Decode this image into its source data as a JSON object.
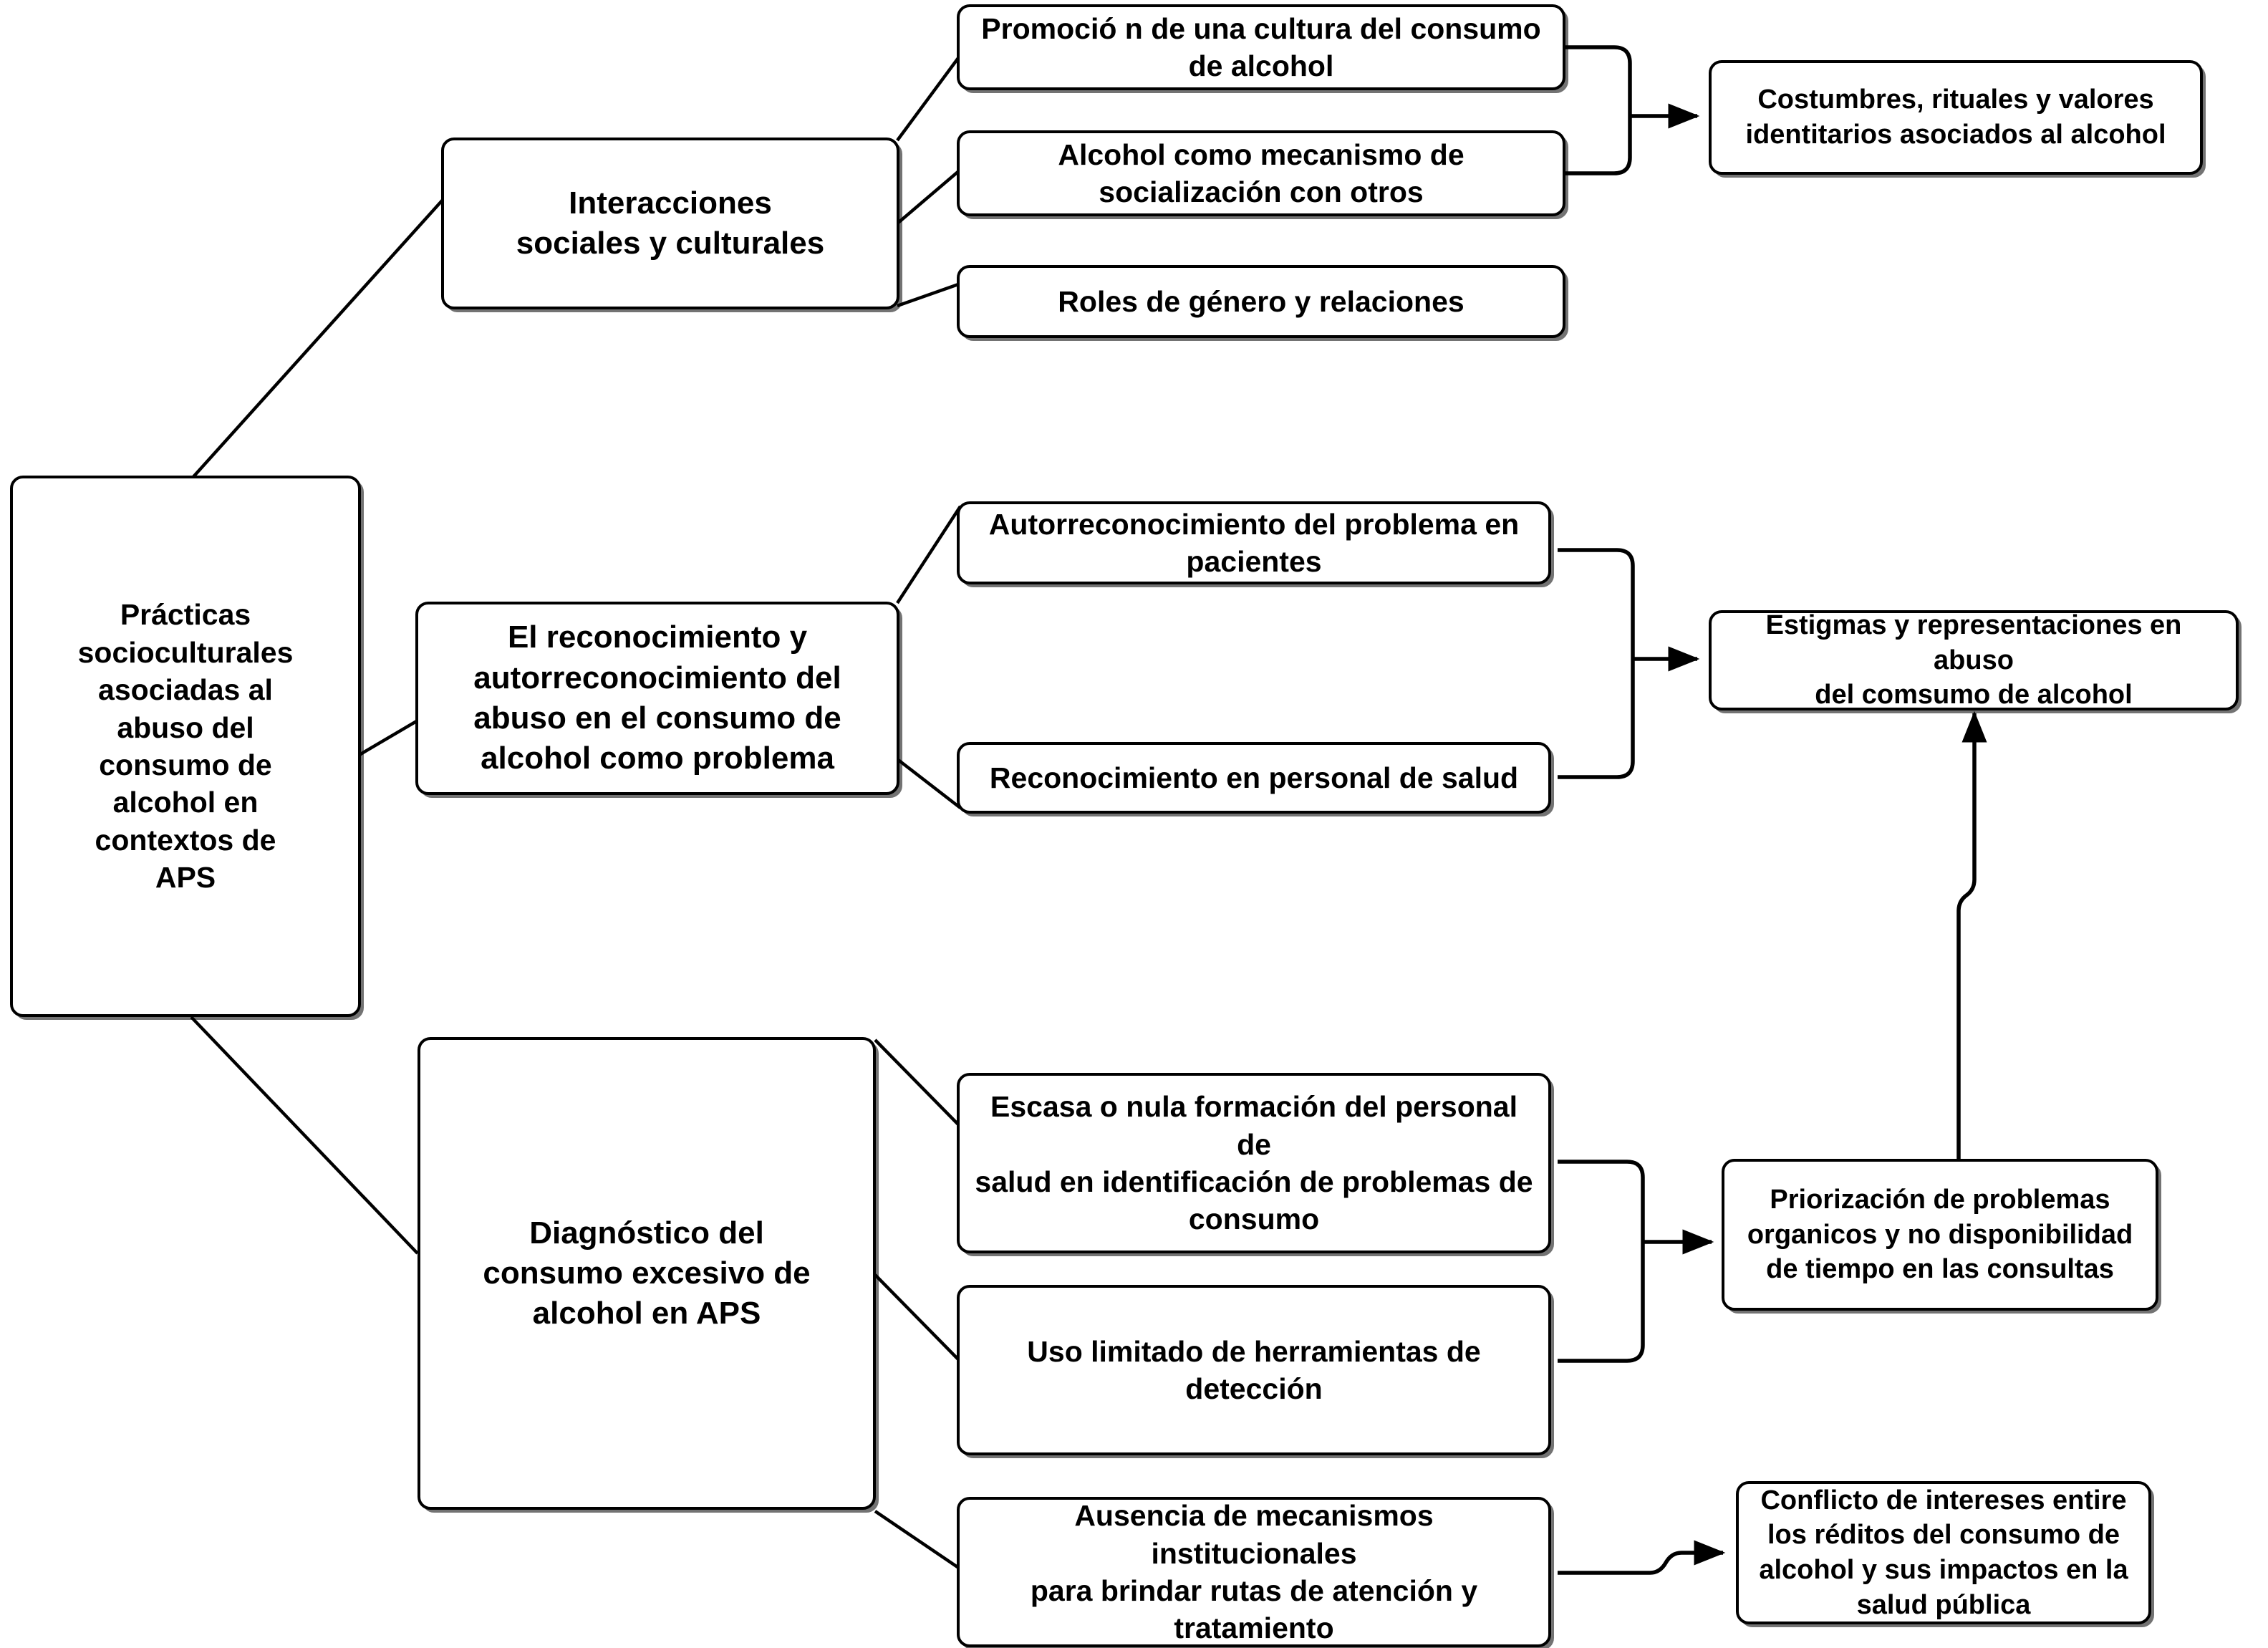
{
  "diagram": {
    "type": "flowchart",
    "title": "Prácticas socioculturales asociadas al abuso del consumo de alcohol en contextos de APS",
    "colors": {
      "background": "#ffffff",
      "node_fill": "#ffffff",
      "node_border": "#000000",
      "text": "#000000",
      "edge": "#000000"
    },
    "nodes": {
      "root": {
        "label": "Prácticas\nsocioculturales\nasociadas al\nabuso del\nconsumo de\nalcohol en\ncontextos de\nAPS"
      },
      "cat_social": {
        "label": "Interacciones\nsociales y culturales"
      },
      "cat_reconocimiento": {
        "label": "El reconocimiento y\nautorreconocimiento del\nabuso en el consumo de\nalcohol como problema"
      },
      "cat_diagnostico": {
        "label": "Diagnóstico del\nconsumo excesivo de\nalcohol en APS"
      },
      "sub_promocion": {
        "label": "Promoció n de una cultura del consumo\nde alcohol"
      },
      "sub_mecanismo": {
        "label": "Alcohol como mecanismo de\nsocialización con otros"
      },
      "sub_roles": {
        "label": "Roles de género y relaciones"
      },
      "sub_autorreconocimiento": {
        "label": "Autorreconocimiento del problema en\npacientes"
      },
      "sub_personal_salud": {
        "label": "Reconocimiento en personal de salud"
      },
      "sub_escasa_formacion": {
        "label": "Escasa o nula formación del personal de\nsalud en identificación de problemas de\nconsumo"
      },
      "sub_uso_limitado": {
        "label": "Uso limitado de herramientas de\ndetección"
      },
      "sub_ausencia_mecanismos": {
        "label": "Ausencia de mecanismos institucionales\npara brindar rutas de atención y\ntratamiento"
      },
      "out_costumbres": {
        "label": "Costumbres, rituales y valores\nidentitarios asociados al alcohol"
      },
      "out_estigmas": {
        "label": "Estigmas y representaciones en abuso\ndel comsumo de alcohol"
      },
      "out_priorizacion": {
        "label": "Priorización de problemas\norganicos y no disponibilidad\nde tiempo en las consultas"
      },
      "out_conflicto": {
        "label": "Conflicto de intereses entire\nlos réditos del consumo de\nalcohol y sus impactos en la\nsalud pública"
      }
    },
    "edges": [
      {
        "from": "root",
        "to": "cat_social",
        "style": "plain-diagonal"
      },
      {
        "from": "root",
        "to": "cat_reconocimiento",
        "style": "plain-diagonal"
      },
      {
        "from": "root",
        "to": "cat_diagnostico",
        "style": "plain-diagonal"
      },
      {
        "from": "cat_social",
        "to": "sub_promocion",
        "style": "plain-diagonal"
      },
      {
        "from": "cat_social",
        "to": "sub_mecanismo",
        "style": "plain-diagonal"
      },
      {
        "from": "cat_social",
        "to": "sub_roles",
        "style": "plain-diagonal"
      },
      {
        "from": "sub_promocion",
        "to": "out_costumbres",
        "style": "orthogonal-arrow"
      },
      {
        "from": "sub_mecanismo",
        "to": "out_costumbres",
        "style": "orthogonal-arrow"
      },
      {
        "from": "cat_reconocimiento",
        "to": "sub_autorreconocimiento",
        "style": "plain-diagonal"
      },
      {
        "from": "cat_reconocimiento",
        "to": "sub_personal_salud",
        "style": "plain-diagonal"
      },
      {
        "from": "sub_autorreconocimiento",
        "to": "out_estigmas",
        "style": "orthogonal-arrow"
      },
      {
        "from": "sub_personal_salud",
        "to": "out_estigmas",
        "style": "orthogonal-arrow"
      },
      {
        "from": "cat_diagnostico",
        "to": "sub_escasa_formacion",
        "style": "plain-diagonal"
      },
      {
        "from": "cat_diagnostico",
        "to": "sub_uso_limitado",
        "style": "plain-diagonal"
      },
      {
        "from": "cat_diagnostico",
        "to": "sub_ausencia_mecanismos",
        "style": "plain-diagonal"
      },
      {
        "from": "sub_escasa_formacion",
        "to": "out_priorizacion",
        "style": "orthogonal-arrow"
      },
      {
        "from": "sub_uso_limitado",
        "to": "out_priorizacion",
        "style": "orthogonal-arrow"
      },
      {
        "from": "sub_ausencia_mecanismos",
        "to": "out_conflicto",
        "style": "orthogonal-arrow"
      },
      {
        "from": "out_priorizacion",
        "to": "out_estigmas",
        "style": "vertical-arrow"
      }
    ]
  }
}
